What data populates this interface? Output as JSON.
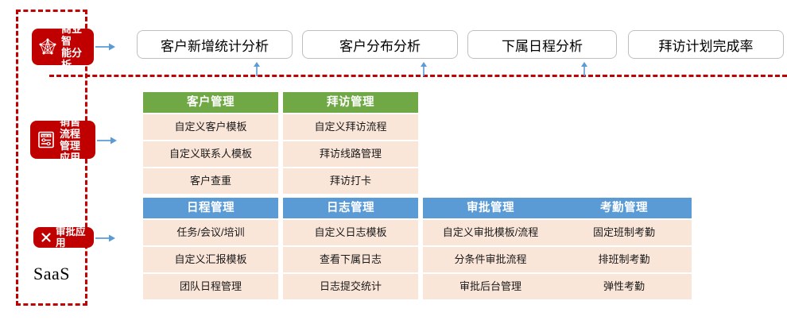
{
  "container": {
    "label": "SaaS",
    "border_color": "#C00000"
  },
  "badges": [
    {
      "id": "business-intelligence",
      "label": "商业智\n能分析",
      "icon": "network-graph-icon",
      "color": "#C00000"
    },
    {
      "id": "sales-process",
      "label": "销售流程\n管理应用",
      "icon": "sale-document-icon",
      "color": "#C00000"
    },
    {
      "id": "approval",
      "label": "审批应用",
      "icon": "cross-scissors-icon",
      "color": "#C00000"
    }
  ],
  "analysis_buttons": [
    {
      "label": "客户新增统计分析"
    },
    {
      "label": "客户分布分析"
    },
    {
      "label": "下属日程分析"
    },
    {
      "label": "拜访计划完成率"
    }
  ],
  "module_rows": [
    {
      "accent": "#70A845",
      "cards": [
        {
          "title": "客户管理",
          "items": [
            "自定义客户模板",
            "自定义联系人模板",
            "客户查重"
          ]
        },
        {
          "title": "拜访管理",
          "items": [
            "自定义拜访流程",
            "拜访线路管理",
            "拜访打卡"
          ]
        }
      ]
    },
    {
      "accent": "#5B9BD5",
      "cards": [
        {
          "title": "日程管理",
          "items": [
            "任务/会议/培训",
            "自定义汇报模板",
            "团队日程管理"
          ]
        },
        {
          "title": "日志管理",
          "items": [
            "自定义日志模板",
            "查看下属日志",
            "日志提交统计"
          ]
        },
        {
          "title": "审批管理",
          "items": [
            "自定义审批模板/流程",
            "分条件审批流程",
            "审批后台管理"
          ]
        },
        {
          "title": "考勤管理",
          "items": [
            "固定班制考勤",
            "排班制考勤",
            "弹性考勤"
          ]
        }
      ]
    }
  ],
  "colors": {
    "accent_red": "#C00000",
    "accent_green": "#70A845",
    "accent_blue": "#5B9BD5",
    "row_bg": "#FAE5D9",
    "arrow": "#5B9BD5"
  }
}
